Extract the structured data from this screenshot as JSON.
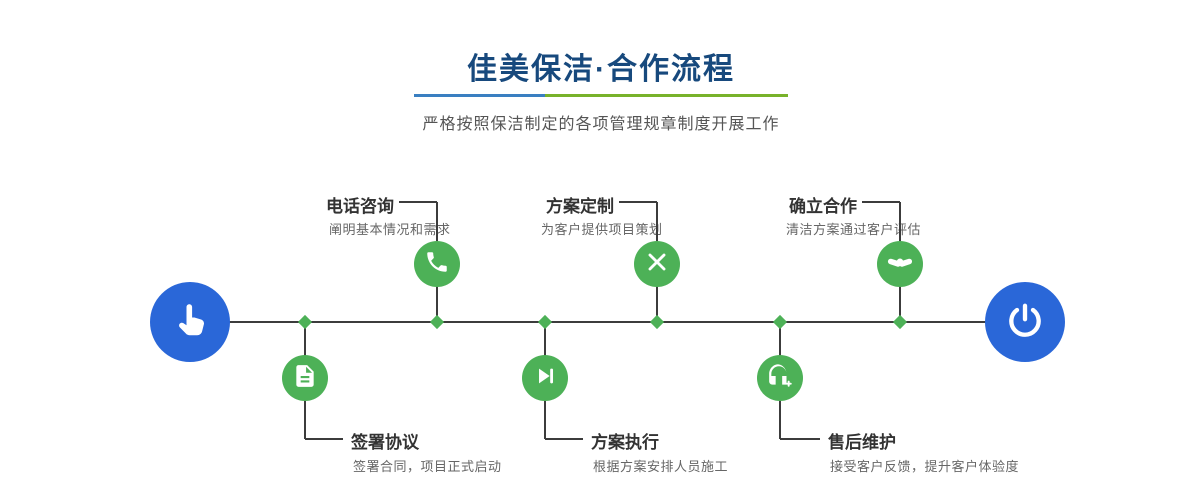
{
  "header": {
    "title": "佳美保洁·合作流程",
    "subtitle": "严格按照保洁制定的各项管理规章制度开展工作"
  },
  "flow": {
    "start": {
      "icon": "hand-pointer-icon"
    },
    "end": {
      "icon": "power-icon"
    },
    "top": [
      {
        "title": "电话咨询",
        "desc": "阐明基本情况和需求",
        "icon": "phone-icon"
      },
      {
        "title": "方案定制",
        "desc": "为客户提供项目策划",
        "icon": "pencil-ruler-icon"
      },
      {
        "title": "确立合作",
        "desc": "清洁方案通过客户评估",
        "icon": "handshake-icon"
      }
    ],
    "bottom": [
      {
        "title": "签署协议",
        "desc": "签署合同，项目正式启动",
        "icon": "contract-icon"
      },
      {
        "title": "方案执行",
        "desc": "根据方案安排人员施工",
        "icon": "play-icon"
      },
      {
        "title": "售后维护",
        "desc": "接受客户反馈，提升客户体验度",
        "icon": "headset-icon"
      }
    ],
    "colors": {
      "accent_green": "#4db157",
      "accent_blue": "#2a67d8",
      "title_navy": "#17497d",
      "line_dark": "#3c3c3c"
    }
  }
}
